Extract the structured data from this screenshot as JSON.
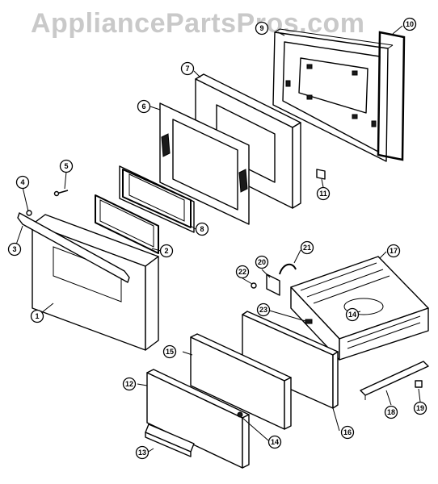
{
  "watermark": "AppliancePartsPros.com",
  "callouts": [
    {
      "id": "1",
      "label": "1"
    },
    {
      "id": "2",
      "label": "2"
    },
    {
      "id": "3",
      "label": "3"
    },
    {
      "id": "4",
      "label": "4"
    },
    {
      "id": "5",
      "label": "5"
    },
    {
      "id": "6",
      "label": "6"
    },
    {
      "id": "7",
      "label": "7"
    },
    {
      "id": "8",
      "label": "8"
    },
    {
      "id": "9",
      "label": "9"
    },
    {
      "id": "10",
      "label": "10"
    },
    {
      "id": "11",
      "label": "11"
    },
    {
      "id": "12",
      "label": "12"
    },
    {
      "id": "13",
      "label": "13"
    },
    {
      "id": "14a",
      "label": "14"
    },
    {
      "id": "14b",
      "label": "14"
    },
    {
      "id": "15",
      "label": "15"
    },
    {
      "id": "16",
      "label": "16"
    },
    {
      "id": "17",
      "label": "17"
    },
    {
      "id": "18",
      "label": "18"
    },
    {
      "id": "19",
      "label": "19"
    },
    {
      "id": "20",
      "label": "20"
    },
    {
      "id": "21",
      "label": "21"
    },
    {
      "id": "22",
      "label": "22"
    },
    {
      "id": "23",
      "label": "23"
    }
  ]
}
